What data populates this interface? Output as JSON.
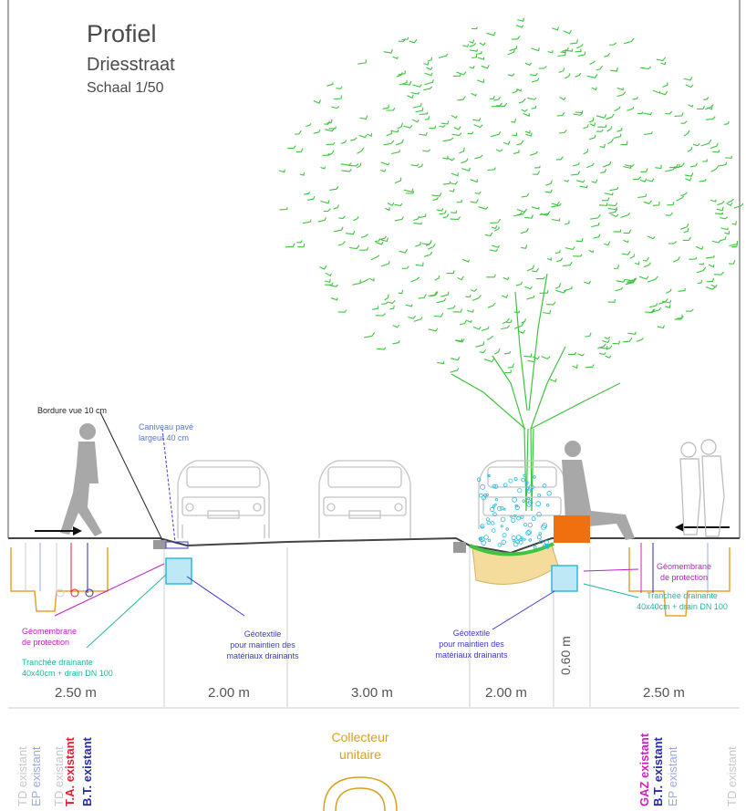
{
  "header": {
    "title": "Profiel",
    "subtitle": "Driesstraat",
    "scale": "Schaal 1/50"
  },
  "annotations": {
    "bordure": "Bordure vue 10 cm",
    "caniveau_line1": "Caniveau pavé",
    "caniveau_line2": "largeur 40 cm",
    "geomembrane_left_1": "Géomembrane",
    "geomembrane_left_2": "de protection",
    "tranchee_left_1": "Tranchée drainante",
    "tranchee_left_2": "40x40cm + drain DN 100",
    "geotextile_left_1": "Géotextile",
    "geotextile_left_2": "pour maintien des",
    "geotextile_left_3": "matériaux drainants",
    "geotextile_right_1": "Géotextile",
    "geotextile_right_2": "pour maintien des",
    "geotextile_right_3": "matériaux drainants",
    "geomembrane_right_1": "Géomembrane",
    "geomembrane_right_2": "de protection",
    "tranchee_right_1": "Tranchée drainante",
    "tranchee_right_2": "40x40cm + drain DN 100"
  },
  "dimensions": {
    "d1": "2.50 m",
    "d2": "2.00 m",
    "d3": "3.00 m",
    "d4": "2.00 m",
    "d5": "0.60 m",
    "d6": "2.50 m"
  },
  "networks_left": [
    {
      "label": "TD existant",
      "color": "#c8c8c8"
    },
    {
      "label": "EP existant",
      "color": "#9aa8e0"
    },
    {
      "label": "TD existant",
      "color": "#c8c8c8"
    },
    {
      "label": "T.A. existant",
      "color": "#e02030"
    },
    {
      "label": "B.T. existant",
      "color": "#2a2ab0"
    }
  ],
  "networks_right": [
    {
      "label": "GAZ existant",
      "color": "#d020c0"
    },
    {
      "label": "B.T. existant",
      "color": "#2a2ab0"
    },
    {
      "label": "EP existant",
      "color": "#9aa8e0"
    },
    {
      "label": "TD existant",
      "color": "#c8c8c8"
    }
  ],
  "collector": {
    "line1": "Collecteur",
    "line2": "unitaire",
    "color": "#d8a020"
  },
  "colors": {
    "foliage": "#3ec43e",
    "ground": "#444444",
    "silhouette": "#a8a8a8",
    "bench": "#f07010",
    "drain": "#30b8e0",
    "sand": "#e8c878"
  },
  "icons": [
    "pedestrian-icon",
    "car-icon",
    "tree-icon",
    "seated-person-icon",
    "couple-icon",
    "arrow-right-icon",
    "arrow-left-icon"
  ]
}
